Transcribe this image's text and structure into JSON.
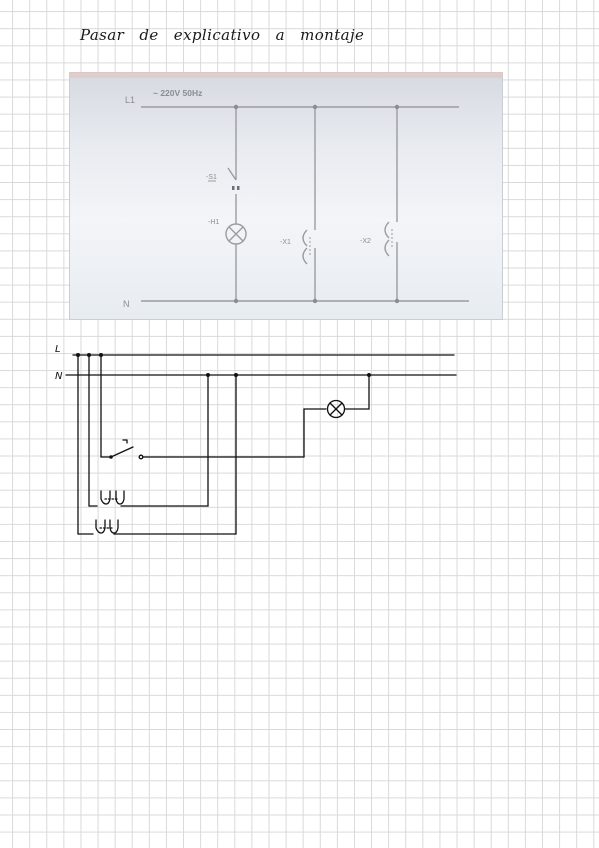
{
  "page": {
    "title": "Pasar de explicativo a montaje"
  },
  "photo_diagram": {
    "line_label": "L1",
    "supply_label": "~ 220V 50Hz",
    "neutral_label": "N",
    "switch_label": "-S1",
    "lamp_label": "-H1",
    "socket1_label": "-X1",
    "socket2_label": "-X2"
  },
  "sketch": {
    "line_label": "L",
    "neutral_label": "N"
  },
  "colors": {
    "grid": "#d9d9d9",
    "ink": "#111111",
    "photo_line": "#9a9ca1"
  }
}
